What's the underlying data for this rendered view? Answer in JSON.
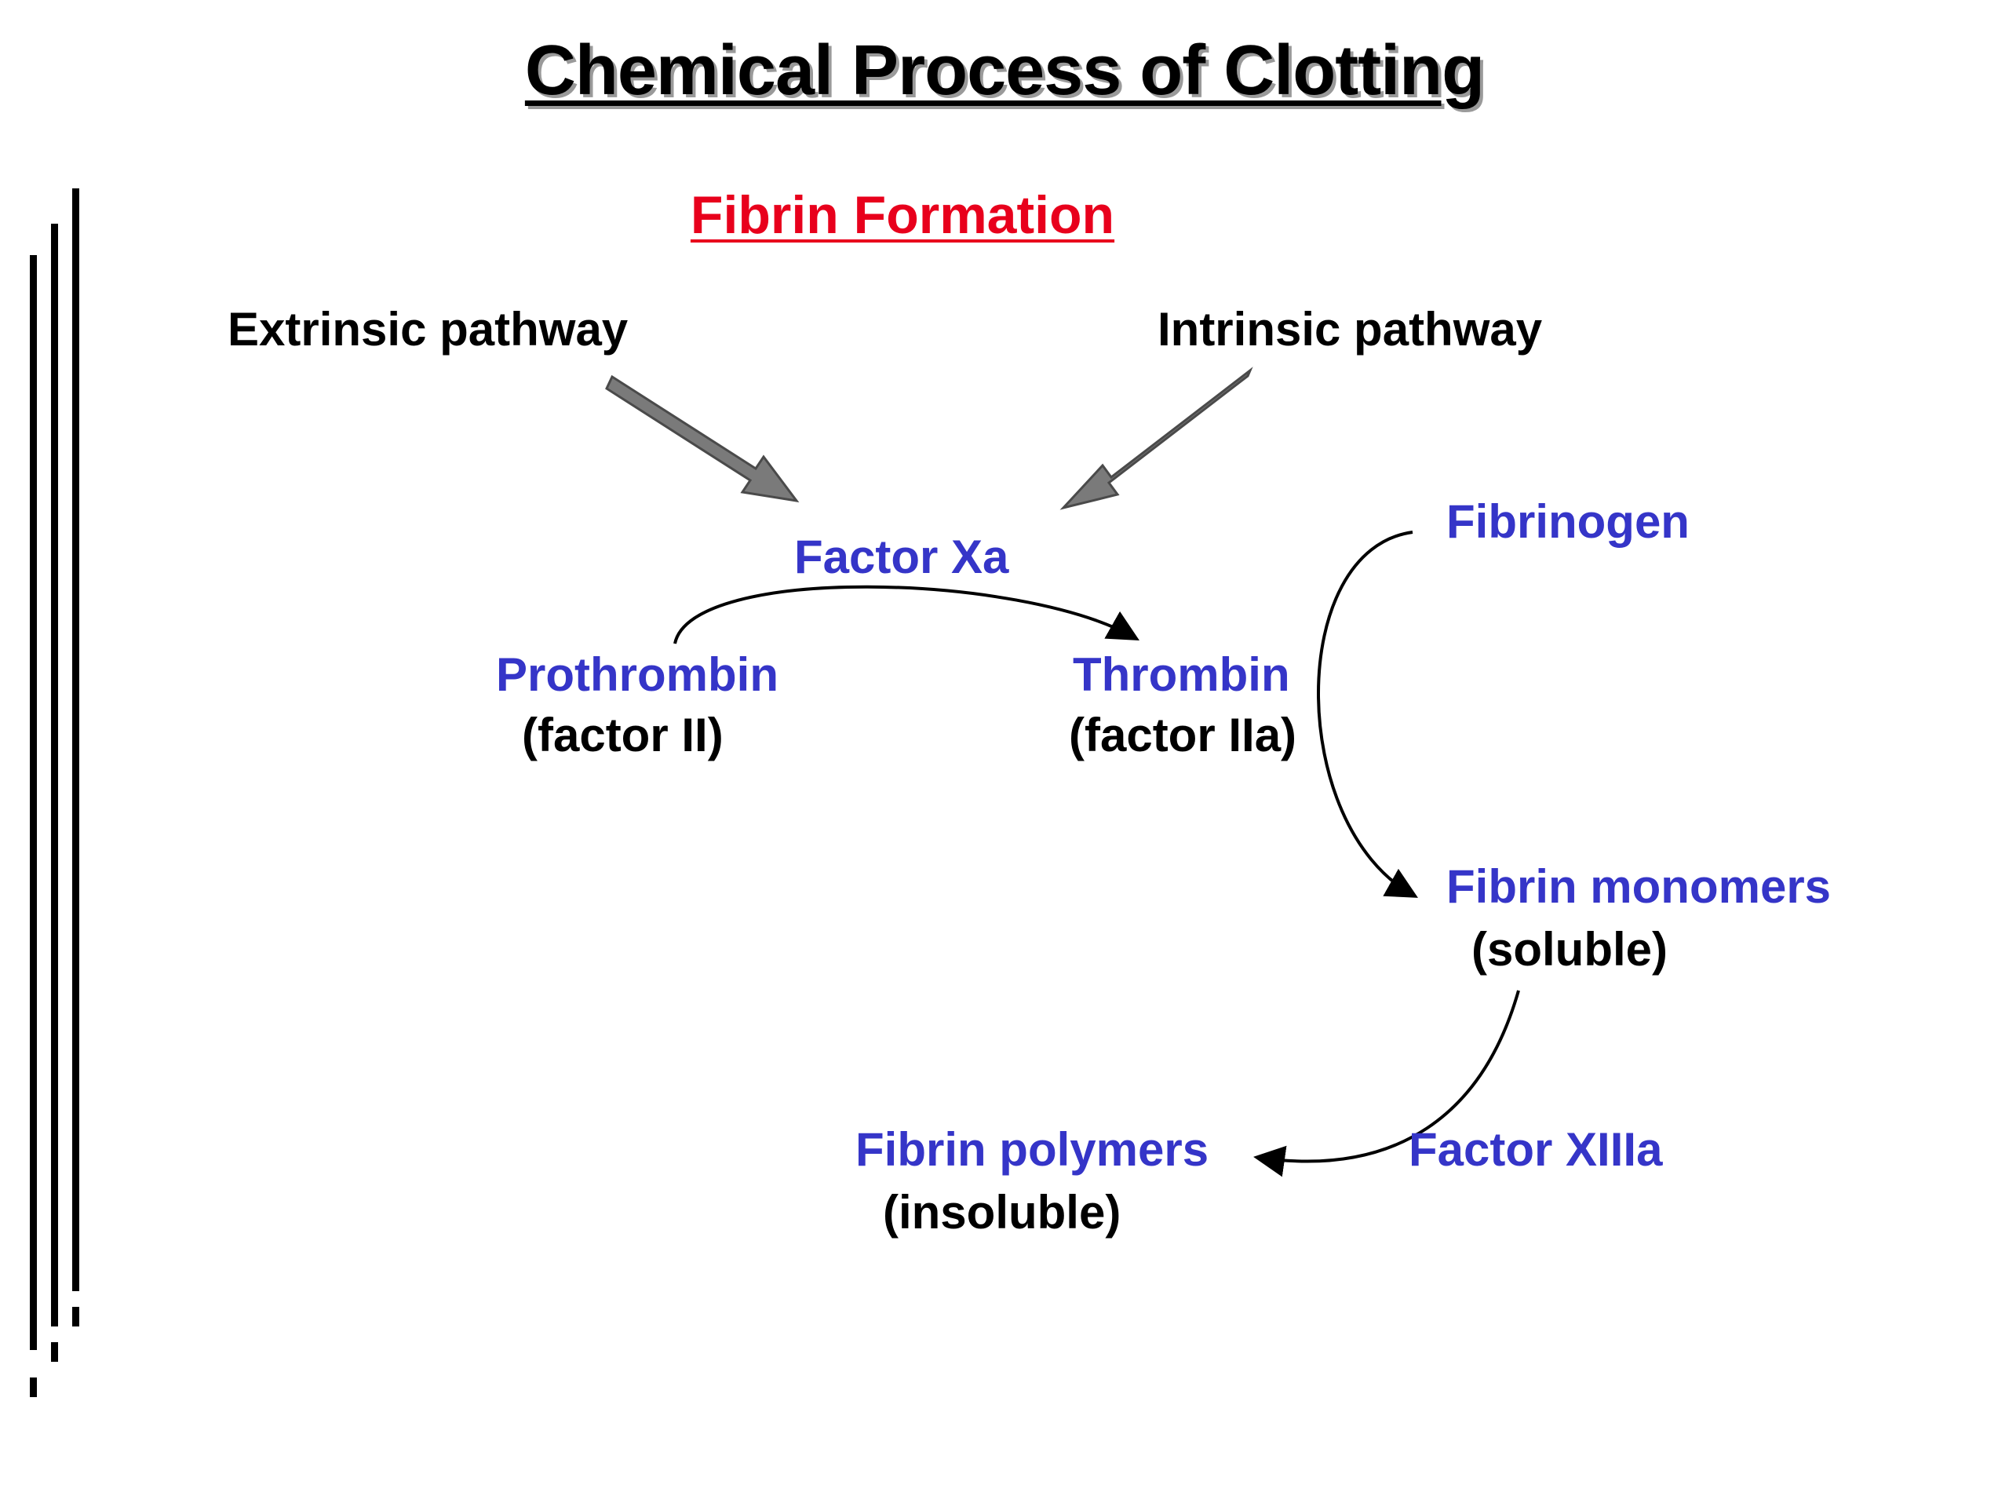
{
  "title": "Chemical Process of Clotting",
  "subtitle": "Fibrin Formation",
  "nodes": {
    "extrinsic": "Extrinsic pathway",
    "intrinsic": "Intrinsic pathway",
    "factor_xa": "Factor Xa",
    "prothrombin": "Prothrombin",
    "prothrombin_alt": "(factor II)",
    "thrombin": "Thrombin",
    "thrombin_alt": "(factor IIa)",
    "fibrinogen": "Fibrinogen",
    "fibrin_monomers": "Fibrin monomers",
    "fibrin_monomers_note": "(soluble)",
    "fibrin_polymers": "Fibrin polymers",
    "fibrin_polymers_note": "(insoluble)",
    "factor_xiiia": "Factor XIIIa"
  },
  "colors": {
    "title": "#000000",
    "subtitle": "#e8001c",
    "molecule": "#3535c8",
    "pathway_arrow": "#7a7a7a"
  },
  "icons": {
    "pathway_arrows": "thick-gray-arrow",
    "reaction_arrows": "curved-black-arrow"
  }
}
